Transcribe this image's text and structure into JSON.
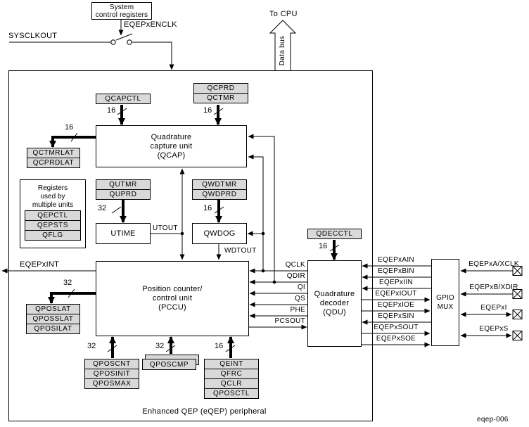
{
  "figure": {
    "id": "eqep-006",
    "container_label": "Enhanced QEP (eQEP) peripheral"
  },
  "top": {
    "system_box": [
      "System",
      "control registers"
    ],
    "enclk_label": "EQEPxENCLK",
    "sysclkout_label": "SYSCLKOUT",
    "to_cpu_label": "To CPU",
    "data_bus_label": "Data bus"
  },
  "units": {
    "qcap": [
      "Quadrature",
      "capture unit",
      "(QCAP)"
    ],
    "utime": "UTIME",
    "qwdog": "QWDOG",
    "pccu": [
      "Position counter/",
      "control unit",
      "(PCCU)"
    ],
    "qdu": [
      "Quadrature",
      "decoder",
      "(QDU)"
    ],
    "gpio_mux": [
      "GPIO",
      "MUX"
    ]
  },
  "multi_unit_box": {
    "title": [
      "Registers",
      "used by",
      "multiple units"
    ]
  },
  "single_regs": {
    "qcapctl": "QCAPCTL",
    "qdecctl": "QDECCTL",
    "qposcmp": "QPOSCMP"
  },
  "stacks": {
    "qcprd": [
      "QCPRD",
      "QCTMR"
    ],
    "qclat": [
      "QCTMRLAT",
      "QCPRDLAT"
    ],
    "multi": [
      "QEPCTL",
      "QEPSTS",
      "QFLG"
    ],
    "qutmr": [
      "QUTMR",
      "QUPRD"
    ],
    "qwd": [
      "QWDTMR",
      "QWDPRD"
    ],
    "qposlat": [
      "QPOSLAT",
      "QPOSSLAT",
      "QPOSILAT"
    ],
    "qposcnt": [
      "QPOSCNT",
      "QPOSINIT",
      "QPOSMAX"
    ],
    "qeint": [
      "QEINT",
      "QFRC",
      "QCLR",
      "QPOSCTL"
    ]
  },
  "signals": {
    "eqepxint": "EQEPxINT",
    "utout": "UTOUT",
    "wdtout": "WDTOUT",
    "pccu_qdu": [
      "QCLK",
      "QDIR",
      "QI",
      "QS",
      "PHE",
      "PCSOUT"
    ],
    "qdu_mux": [
      "EQEPxAIN",
      "EQEPxBIN",
      "EQEPxIIN",
      "EQEPxIOUT",
      "EQEPxIOE",
      "EQEPxSIN",
      "EQEPxSOUT",
      "EQEPxSOE"
    ],
    "pins": [
      "EQEPxA/XCLK",
      "EQEPxB/XDIR",
      "EQEPxI",
      "EQEPxS"
    ]
  },
  "bus_widths": {
    "qcapctl": "16",
    "qctmr": "16",
    "qclat": "16",
    "qutmr": "32",
    "qwdtmr": "16",
    "qdecctl": "16",
    "qposlat": "32",
    "qposcnt": "32",
    "qposcmp": "32",
    "qeint": "16"
  },
  "colors": {
    "register_fill": "#d9d9d9",
    "line_color": "#000000",
    "background": "#ffffff"
  }
}
